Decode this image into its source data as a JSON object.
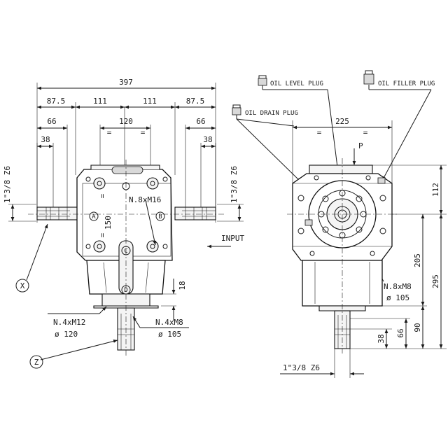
{
  "front_view": {
    "overall_width": "397",
    "flange_offset_left": "87.5",
    "bolt_spacing_left": "111",
    "bolt_spacing_right": "111",
    "flange_offset_right": "87.5",
    "shaft_length_left": "66",
    "shaft_length_right": "66",
    "inner_bolt_spacing": "120",
    "key_length_left": "38",
    "key_length_right": "38",
    "spline_left": "1\"3/8 Z6",
    "spline_right": "1\"3/8 Z6",
    "vertical_bolt_spacing": "150",
    "top_threads": "N.8xM16",
    "flange_height": "18",
    "bottom_threads_left": "N.4xM12",
    "bottom_diameter_left": "ø 120",
    "bottom_threads_right": "N.4xM8",
    "bottom_diameter_right": "ø 105",
    "shaft_x": "X",
    "shaft_z": "Z",
    "label_a": "A",
    "label_b": "B",
    "label_c": "C",
    "label_d": "D",
    "equal_mark": "=",
    "input_label": "INPUT"
  },
  "side_view": {
    "oil_level_plug": "OIL LEVEL PLUG",
    "oil_filler_plug": "OIL FILLER PLUG",
    "oil_drain_plug": "OIL DRAIN PLUG",
    "flange_width": "225",
    "pressure_label": "P",
    "height_top": "112",
    "height_mid": "205",
    "height_total": "295",
    "height_bottom": "90",
    "shaft_length": "66",
    "key_length": "38",
    "face_threads": "N.8xM8",
    "face_diameter": "ø 105",
    "spline_bottom": "1\"3/8 Z6",
    "equal_mark": "="
  }
}
